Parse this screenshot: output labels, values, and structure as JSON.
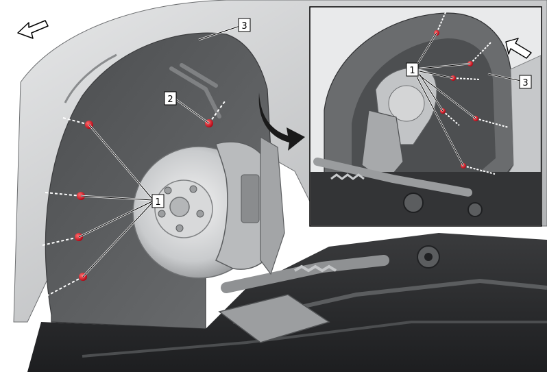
{
  "callouts": {
    "main_fastener": "1",
    "main_nut": "2",
    "main_liner": "3",
    "inset_fastener": "1",
    "inset_liner": "3"
  },
  "icons": {
    "main_direction": "forward-arrow-icon",
    "inset_direction": "forward-arrow-icon",
    "transition": "curved-arrow-icon"
  },
  "colors": {
    "fastener": "#d0101a",
    "liner": "#5a5c5e",
    "body": "#bfc1c3",
    "chassis": "#2a2b2d"
  }
}
